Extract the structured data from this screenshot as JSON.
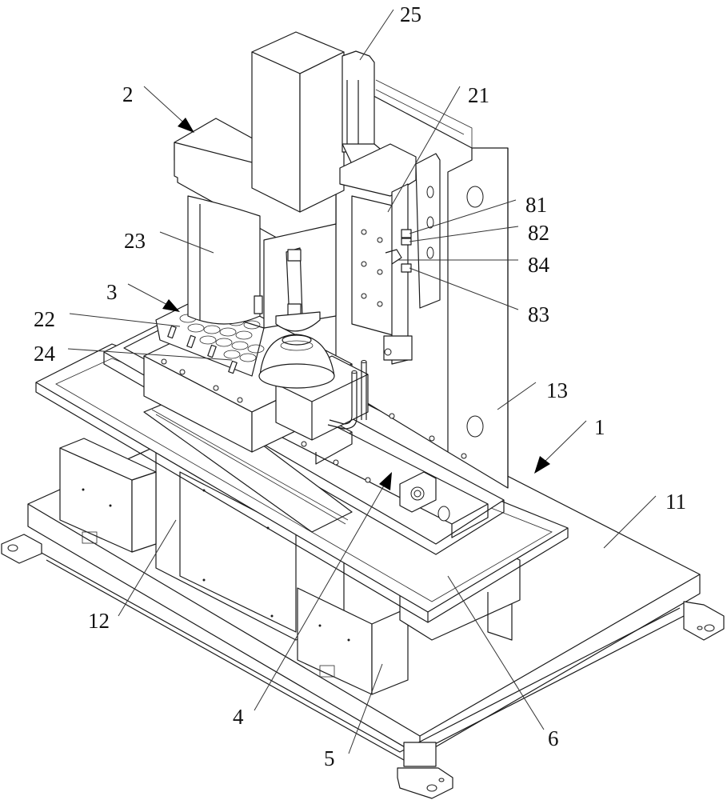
{
  "figure": {
    "kind": "patent line drawing",
    "subject": "machine assembly, isometric view",
    "line_color": "#1a1a1a",
    "background": "#ffffff"
  },
  "labels": [
    {
      "id": "1",
      "text": "1",
      "leader": "arrow"
    },
    {
      "id": "2",
      "text": "2",
      "leader": "arrow"
    },
    {
      "id": "3",
      "text": "3",
      "leader": "arrow"
    },
    {
      "id": "4",
      "text": "4",
      "leader": "arrow"
    },
    {
      "id": "5",
      "text": "5",
      "leader": "line"
    },
    {
      "id": "6",
      "text": "6",
      "leader": "line"
    },
    {
      "id": "11",
      "text": "11",
      "leader": "line"
    },
    {
      "id": "12",
      "text": "12",
      "leader": "line"
    },
    {
      "id": "13",
      "text": "13",
      "leader": "line"
    },
    {
      "id": "21",
      "text": "21",
      "leader": "line"
    },
    {
      "id": "22",
      "text": "22",
      "leader": "line"
    },
    {
      "id": "23",
      "text": "23",
      "leader": "line"
    },
    {
      "id": "24",
      "text": "24",
      "leader": "line"
    },
    {
      "id": "25",
      "text": "25",
      "leader": "line"
    },
    {
      "id": "81",
      "text": "81",
      "leader": "line"
    },
    {
      "id": "82",
      "text": "82",
      "leader": "line"
    },
    {
      "id": "83",
      "text": "83",
      "leader": "line"
    },
    {
      "id": "84",
      "text": "84",
      "leader": "line"
    }
  ]
}
